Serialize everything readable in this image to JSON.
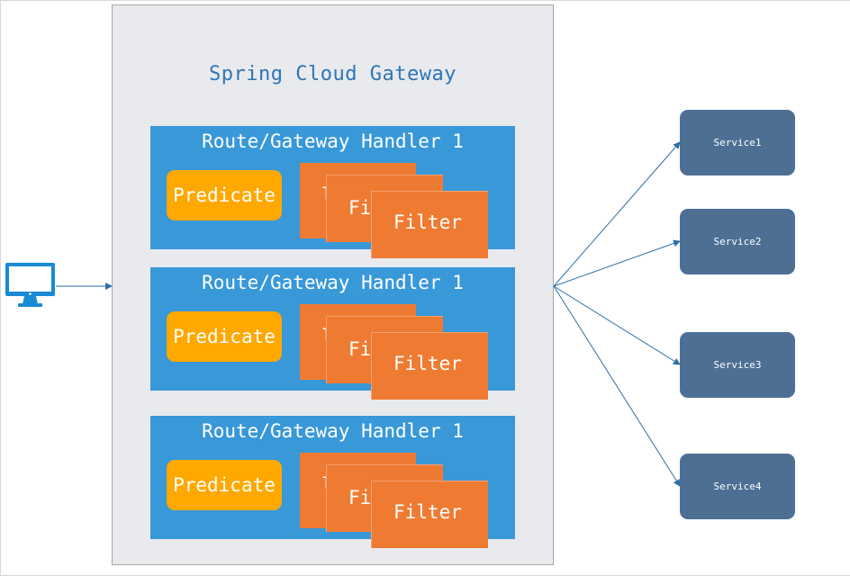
{
  "gateway": {
    "title": "Spring Cloud Gateway"
  },
  "handlers": [
    {
      "title": "Route/Gateway Handler 1",
      "predicate": "Predicate",
      "filters": [
        "l",
        "Fi",
        "Filter"
      ]
    },
    {
      "title": "Route/Gateway Handler 1",
      "predicate": "Predicate",
      "filters": [
        "l",
        "Fi",
        "Filter"
      ]
    },
    {
      "title": "Route/Gateway Handler 1",
      "predicate": "Predicate",
      "filters": [
        "l",
        "Fi",
        "Filter"
      ]
    }
  ],
  "services": [
    "Service1",
    "Service2",
    "Service3",
    "Service4"
  ],
  "client": {
    "icon": "computer-monitor-icon"
  },
  "colors": {
    "gateway_bg": "#e9eaee",
    "handler_bg": "#3898d8",
    "predicate_bg": "#ffa800",
    "filter_bg": "#ef7b32",
    "service_bg": "#4d6f94",
    "arrow": "#2e6ea8"
  }
}
